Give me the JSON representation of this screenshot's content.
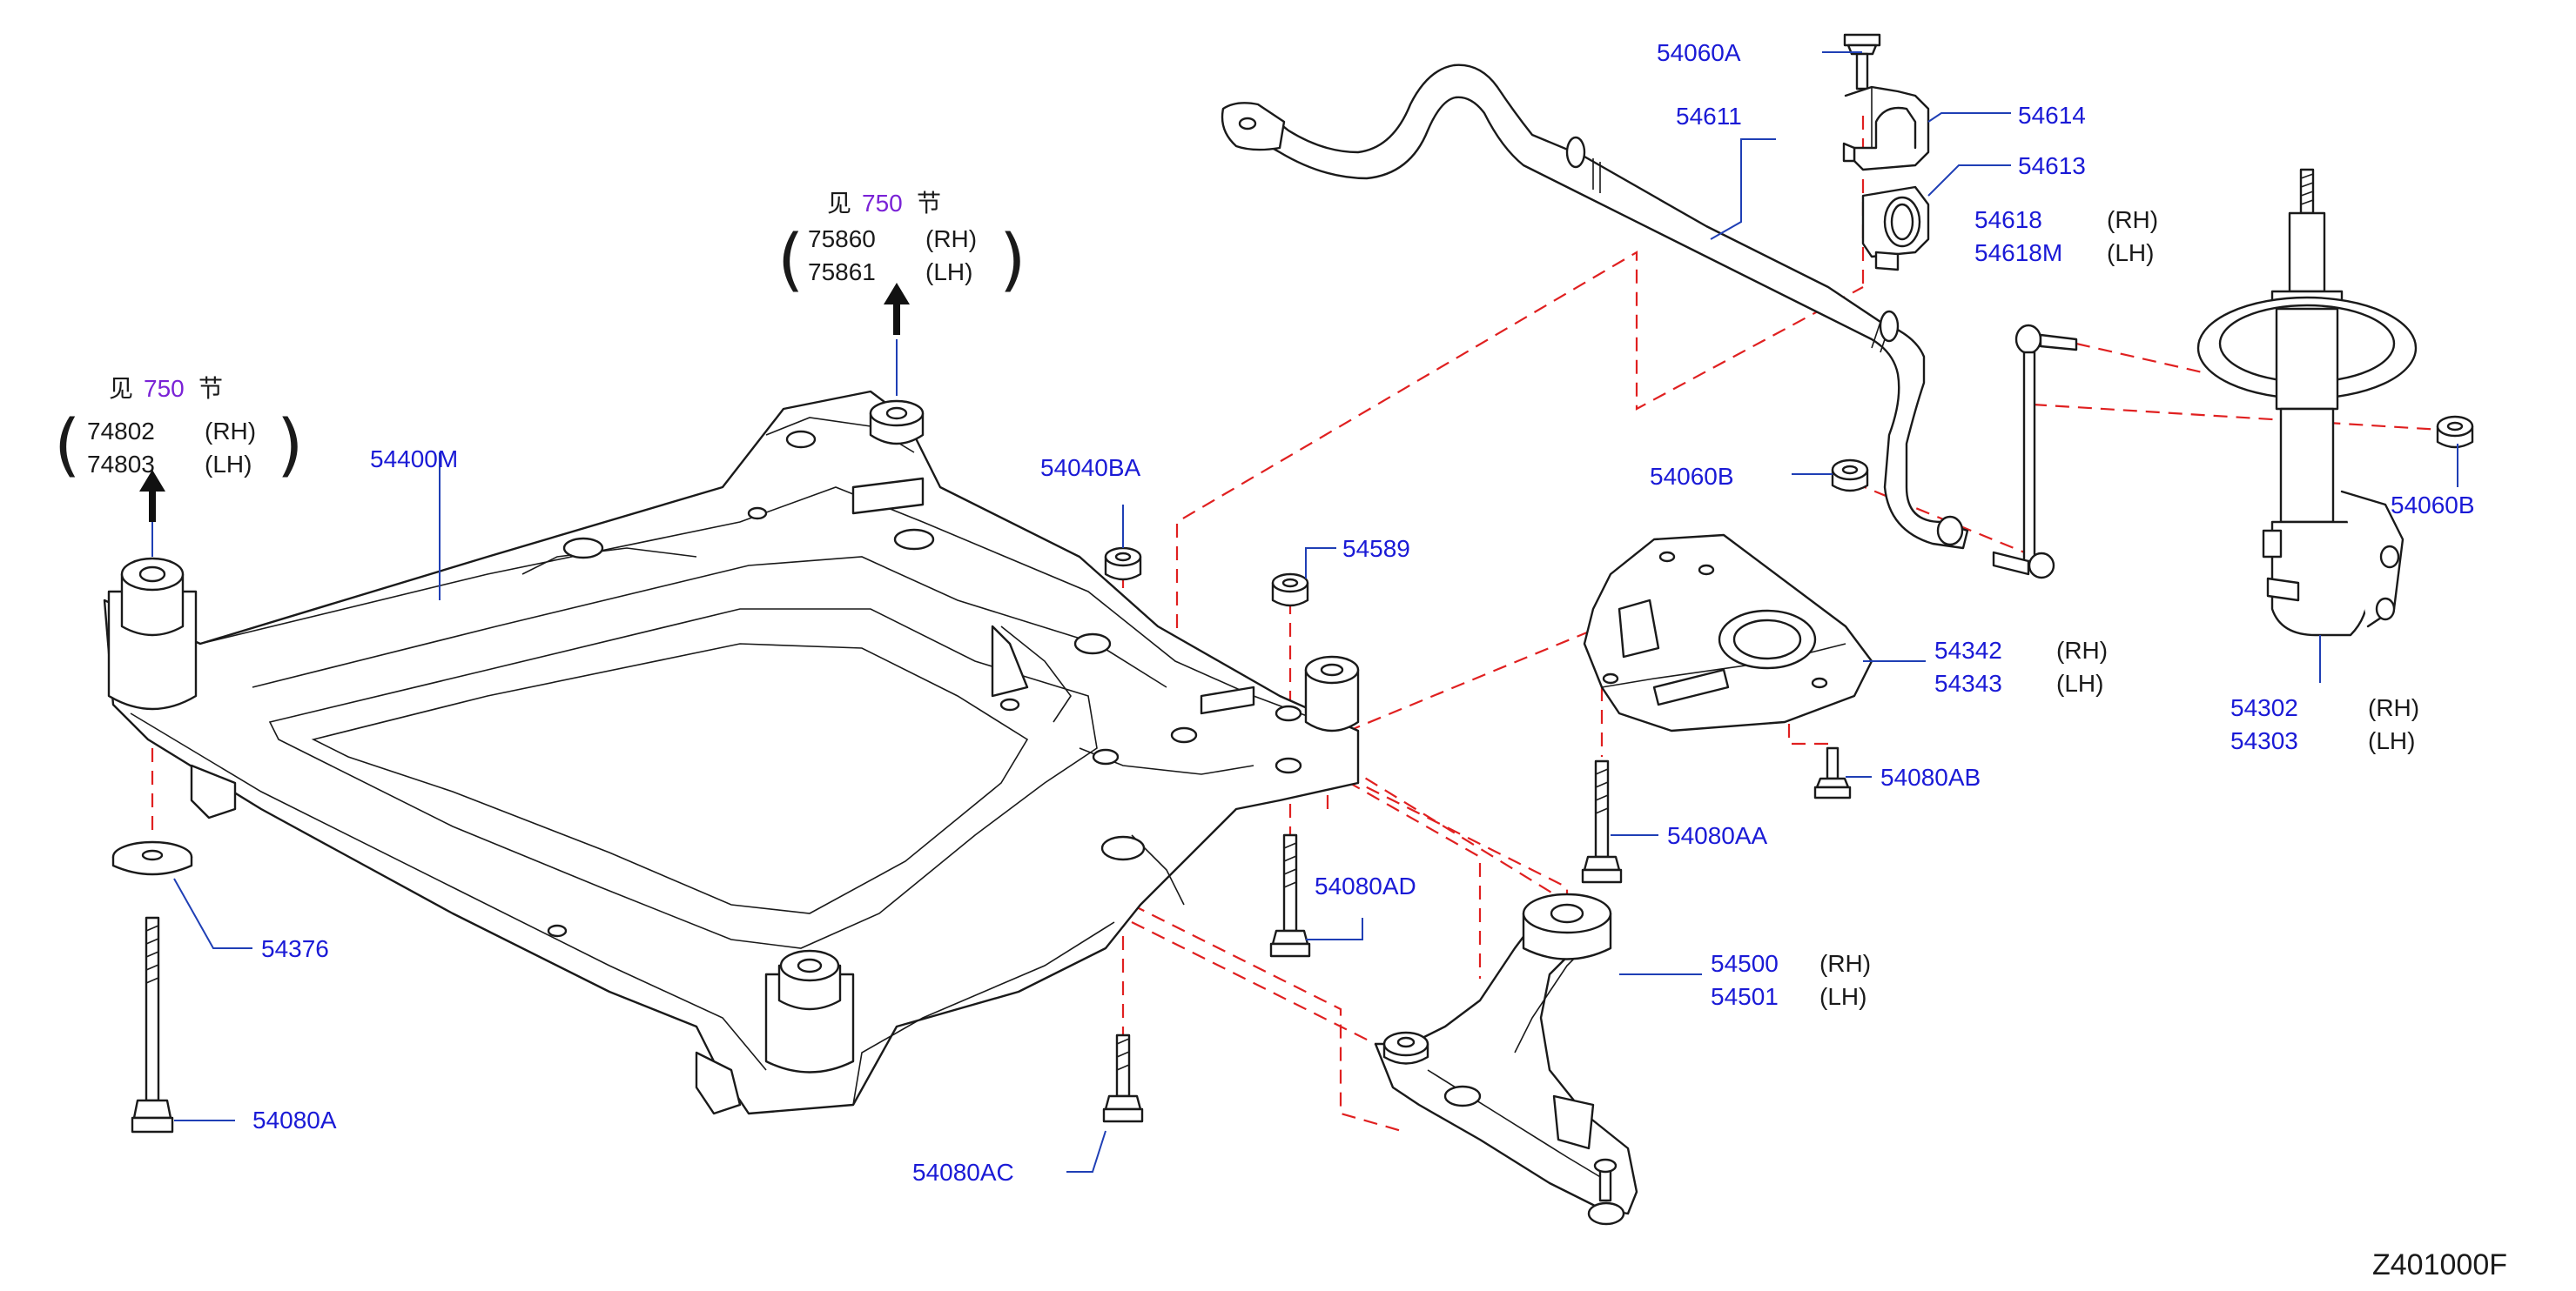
{
  "figure_id": "Z401000F",
  "colors": {
    "part_number": "#1a1ad6",
    "section_ref": "#7a22d6",
    "leader": "#1f3fb5",
    "phantom_line": "#e02020",
    "outline": "#1a1a1a"
  },
  "see_refs": [
    {
      "prefix": "见",
      "section": "750",
      "suffix": "节",
      "rh": "74802",
      "lh": "74803",
      "rh_tag": "(RH)",
      "lh_tag": "(LH)"
    },
    {
      "prefix": "见",
      "section": "750",
      "suffix": "节",
      "rh": "75860",
      "lh": "75861",
      "rh_tag": "(RH)",
      "lh_tag": "(LH)"
    }
  ],
  "labels": {
    "l54060A": "54060A",
    "l54611": "54611",
    "l54614": "54614",
    "l54613": "54613",
    "l54618": "54618",
    "l54618M": "54618M",
    "l54060B_left": "54060B",
    "l54060B_right": "54060B",
    "l54400M": "54400M",
    "l54040BA": "54040BA",
    "l54589": "54589",
    "l54342": "54342",
    "l54343": "54343",
    "l54302": "54302",
    "l54303": "54303",
    "l54080AB": "54080AB",
    "l54080AA": "54080AA",
    "l54080AD": "54080AD",
    "l54500": "54500",
    "l54501": "54501",
    "l54376": "54376",
    "l54080A": "54080A",
    "l54080AC": "54080AC"
  },
  "tags": {
    "rh": "(RH)",
    "lh": "(LH)"
  },
  "icons": [
    "arrow-up-icon",
    "crossmember-subframe",
    "stabilizer-bar",
    "strut-assembly",
    "lower-link",
    "bracket"
  ]
}
